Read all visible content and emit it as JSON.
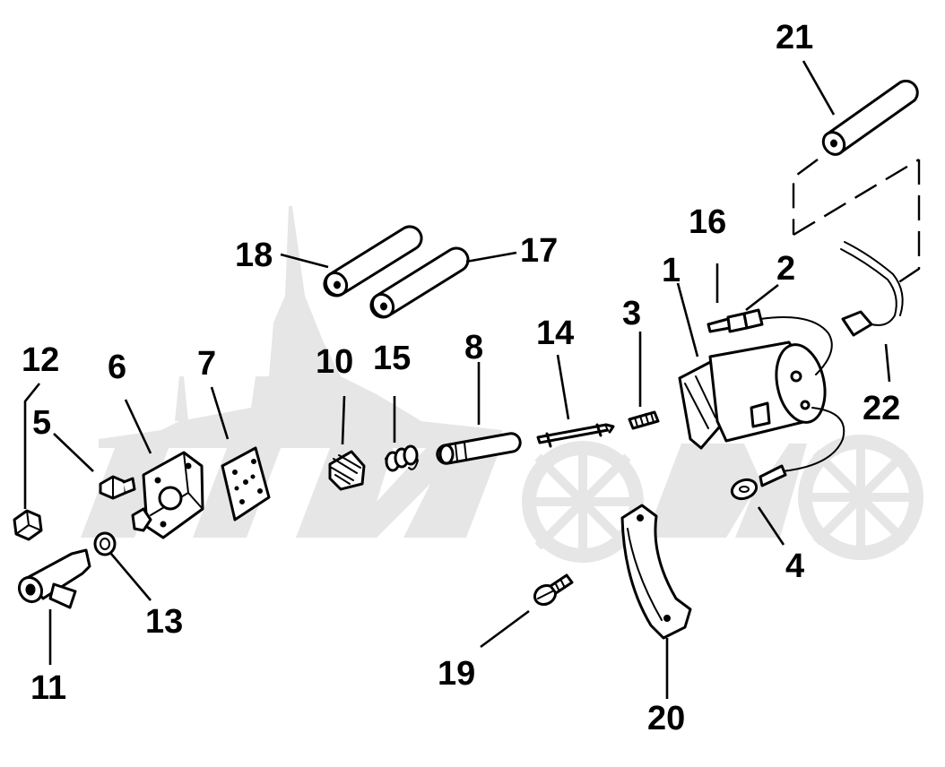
{
  "callouts": {
    "c1": "1",
    "c2": "2",
    "c3": "3",
    "c4": "4",
    "c5": "5",
    "c6": "6",
    "c7": "7",
    "c8": "8",
    "c10": "10",
    "c11": "11",
    "c12": "12",
    "c13": "13",
    "c14": "14",
    "c15": "15",
    "c16": "16",
    "c17": "17",
    "c18": "18",
    "c19": "19",
    "c20": "20",
    "c21": "21",
    "c22": "22"
  }
}
